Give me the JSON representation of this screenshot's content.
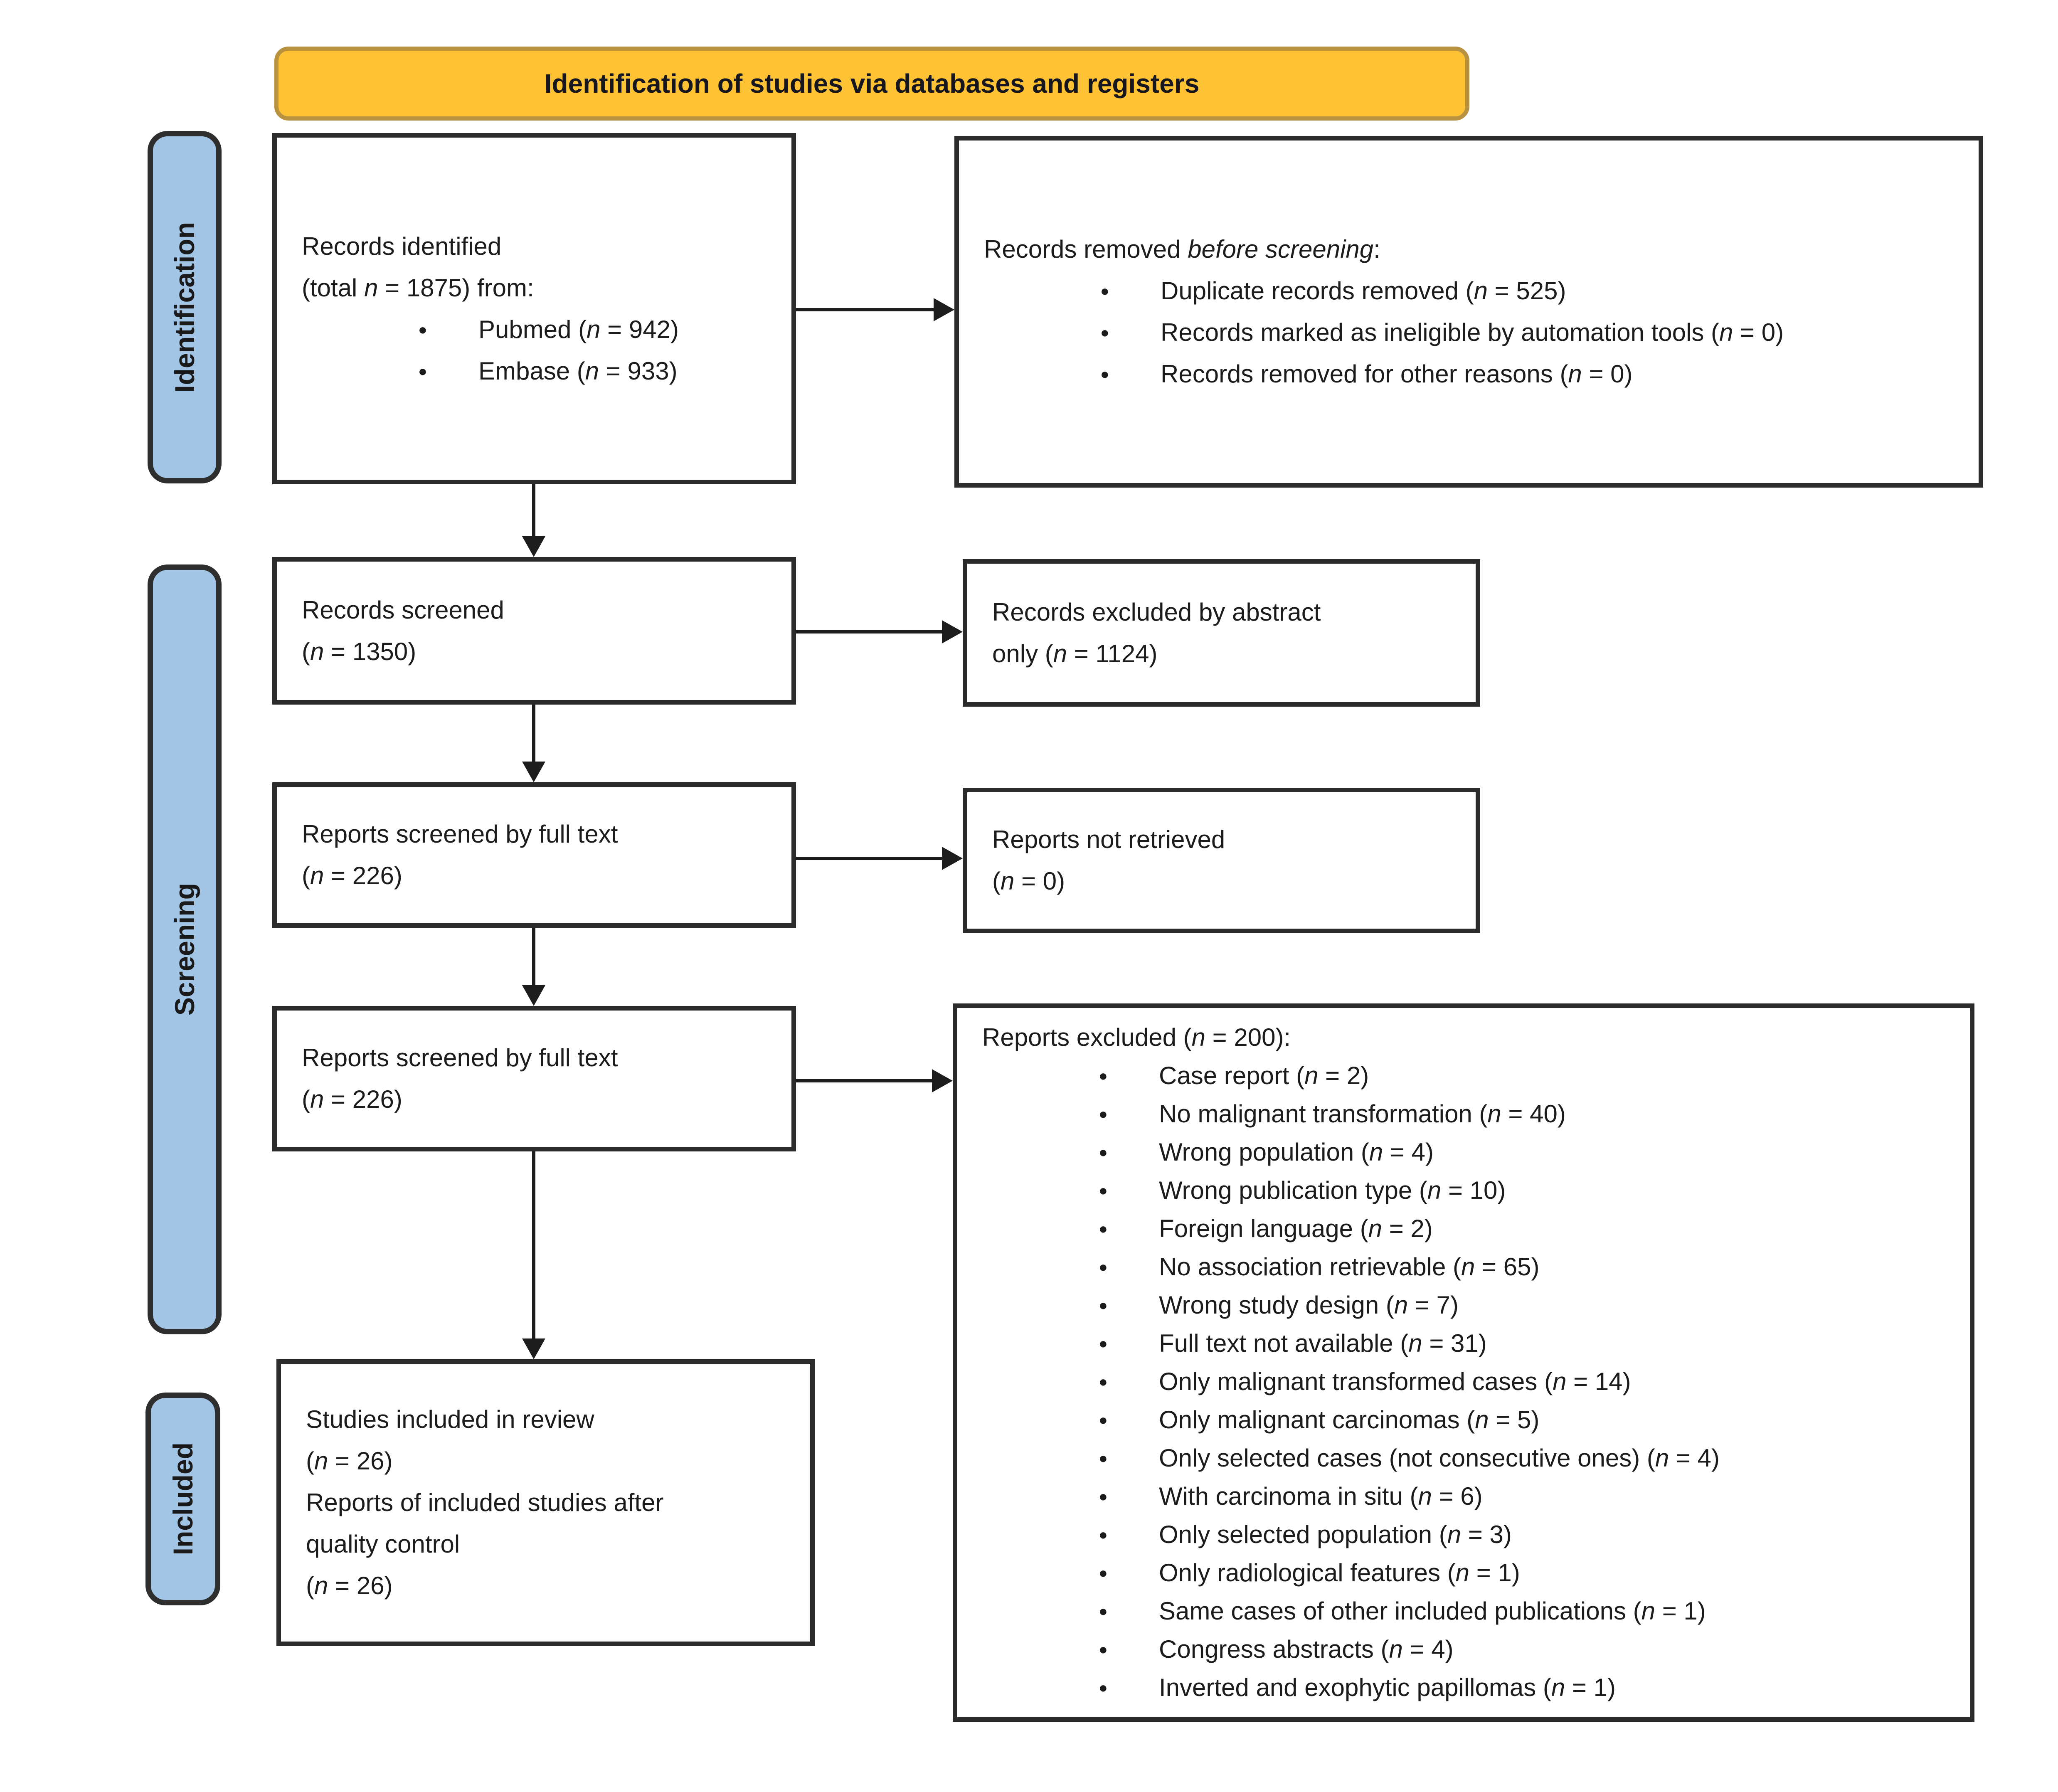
{
  "banner": {
    "title": "Identification of studies via databases and registers"
  },
  "sidebar": {
    "identification": "Identification",
    "screening": "Screening",
    "included": "Included"
  },
  "flow": {
    "records_identified": {
      "line1": "Records identified",
      "line2": "(total n = 1875) from:",
      "bullets": [
        "Pubmed (n = 942)",
        "Embase (n = 933)"
      ]
    },
    "records_removed": {
      "title_pre": "Records removed ",
      "title_italic": "before screening",
      "title_post": ":",
      "bullets": [
        "Duplicate records removed (n = 525)",
        "Records marked as ineligible by automation tools (n = 0)",
        "Records removed for other reasons (n = 0)"
      ]
    },
    "records_screened": {
      "line1": "Records screened",
      "line2": "(n = 1350)"
    },
    "records_excluded_abstract": {
      "line1": "Records excluded by abstract",
      "line2": "only (n = 1124)"
    },
    "reports_screened_fulltext_1": {
      "line1": "Reports screened by full text",
      "line2": "(n = 226)"
    },
    "reports_not_retrieved": {
      "line1": "Reports not retrieved",
      "line2": "(n = 0)"
    },
    "reports_screened_fulltext_2": {
      "line1": "Reports screened by full text",
      "line2": "(n = 226)"
    },
    "reports_excluded": {
      "title": "Reports excluded (n = 200):",
      "bullets": [
        "Case report (n = 2)",
        "No malignant transformation (n = 40)",
        "Wrong population (n = 4)",
        "Wrong publication type (n = 10)",
        "Foreign language (n = 2)",
        "No association retrievable (n = 65)",
        "Wrong study design (n = 7)",
        "Full text not available (n = 31)",
        "Only malignant transformed cases (n = 14)",
        "Only malignant carcinomas (n = 5)",
        "Only selected cases (not consecutive ones) (n = 4)",
        "With carcinoma in situ (n = 6)",
        "Only selected population (n = 3)",
        "Only radiological features (n = 1)",
        "Same cases of other included publications (n = 1)",
        "Congress abstracts (n = 4)",
        "Inverted and exophytic papillomas (n = 1)"
      ]
    },
    "studies_included": {
      "lines": [
        "Studies included in review",
        "(n = 26)",
        "Reports of included studies after",
        "quality control",
        "(n = 26)"
      ]
    }
  },
  "colors": {
    "banner-fill": "#fec334",
    "banner-border": "#b8923f",
    "stage-fill": "#a2c5e6",
    "stage-border": "#2e2e2e",
    "box-border": "#2b2b2b",
    "arrow-color": "#1d1d1d",
    "text-color": "#1c1c1c"
  }
}
